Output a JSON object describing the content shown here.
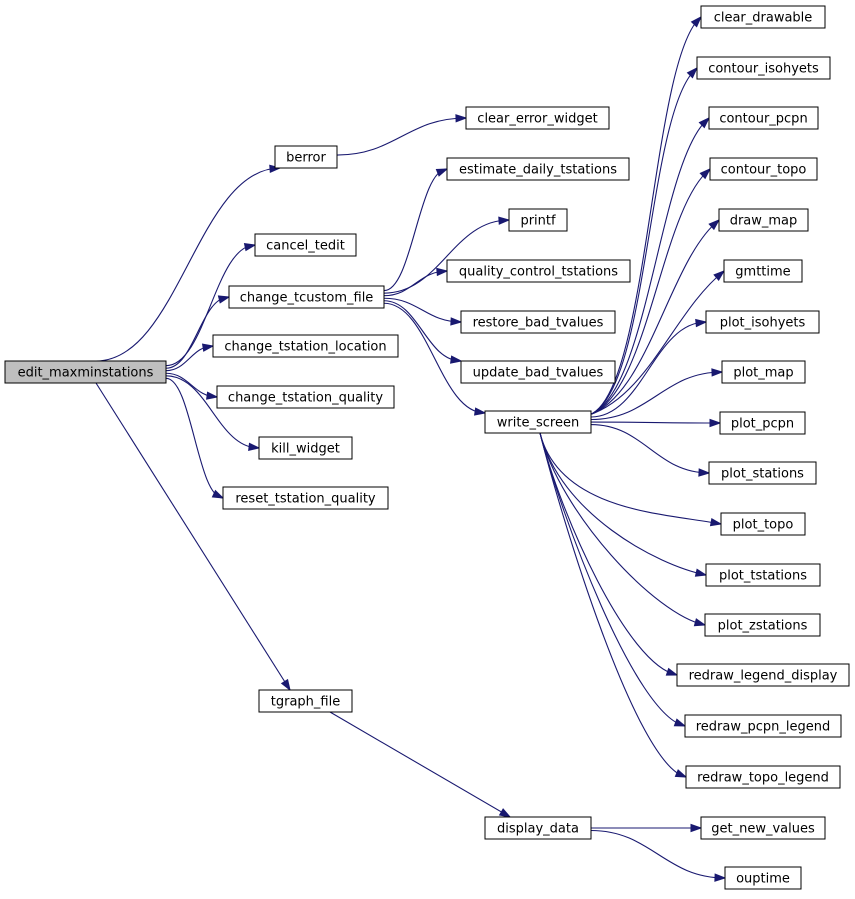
{
  "graph": {
    "root": "edit_maxminstations",
    "nodes": [
      {
        "id": "edit_maxminstations",
        "label": "edit_maxminstations",
        "highlighted": true
      },
      {
        "id": "berror",
        "label": "berror"
      },
      {
        "id": "clear_error_widget",
        "label": "clear_error_widget"
      },
      {
        "id": "cancel_tedit",
        "label": "cancel_tedit"
      },
      {
        "id": "change_tcustom_file",
        "label": "change_tcustom_file"
      },
      {
        "id": "estimate_daily_tstations",
        "label": "estimate_daily_tstations"
      },
      {
        "id": "printf",
        "label": "printf"
      },
      {
        "id": "quality_control_tstations",
        "label": "quality_control_tstations"
      },
      {
        "id": "restore_bad_tvalues",
        "label": "restore_bad_tvalues"
      },
      {
        "id": "update_bad_tvalues",
        "label": "update_bad_tvalues"
      },
      {
        "id": "write_screen",
        "label": "write_screen"
      },
      {
        "id": "change_tstation_location",
        "label": "change_tstation_location"
      },
      {
        "id": "change_tstation_quality",
        "label": "change_tstation_quality"
      },
      {
        "id": "kill_widget",
        "label": "kill_widget"
      },
      {
        "id": "reset_tstation_quality",
        "label": "reset_tstation_quality"
      },
      {
        "id": "tgraph_file",
        "label": "tgraph_file"
      },
      {
        "id": "display_data",
        "label": "display_data"
      },
      {
        "id": "get_new_values",
        "label": "get_new_values"
      },
      {
        "id": "ouptime",
        "label": "ouptime"
      },
      {
        "id": "clear_drawable",
        "label": "clear_drawable"
      },
      {
        "id": "contour_isohyets",
        "label": "contour_isohyets"
      },
      {
        "id": "contour_pcpn",
        "label": "contour_pcpn"
      },
      {
        "id": "contour_topo",
        "label": "contour_topo"
      },
      {
        "id": "draw_map",
        "label": "draw_map"
      },
      {
        "id": "gmttime",
        "label": "gmttime"
      },
      {
        "id": "plot_isohyets",
        "label": "plot_isohyets"
      },
      {
        "id": "plot_map",
        "label": "plot_map"
      },
      {
        "id": "plot_pcpn",
        "label": "plot_pcpn"
      },
      {
        "id": "plot_stations",
        "label": "plot_stations"
      },
      {
        "id": "plot_topo",
        "label": "plot_topo"
      },
      {
        "id": "plot_tstations",
        "label": "plot_tstations"
      },
      {
        "id": "plot_zstations",
        "label": "plot_zstations"
      },
      {
        "id": "redraw_legend_display",
        "label": "redraw_legend_display"
      },
      {
        "id": "redraw_pcpn_legend",
        "label": "redraw_pcpn_legend"
      },
      {
        "id": "redraw_topo_legend",
        "label": "redraw_topo_legend"
      }
    ],
    "edges": [
      {
        "from": "edit_maxminstations",
        "to": "berror"
      },
      {
        "from": "edit_maxminstations",
        "to": "cancel_tedit"
      },
      {
        "from": "edit_maxminstations",
        "to": "change_tcustom_file"
      },
      {
        "from": "edit_maxminstations",
        "to": "change_tstation_location"
      },
      {
        "from": "edit_maxminstations",
        "to": "change_tstation_quality"
      },
      {
        "from": "edit_maxminstations",
        "to": "kill_widget"
      },
      {
        "from": "edit_maxminstations",
        "to": "reset_tstation_quality"
      },
      {
        "from": "edit_maxminstations",
        "to": "tgraph_file"
      },
      {
        "from": "berror",
        "to": "clear_error_widget"
      },
      {
        "from": "change_tcustom_file",
        "to": "estimate_daily_tstations"
      },
      {
        "from": "change_tcustom_file",
        "to": "printf"
      },
      {
        "from": "change_tcustom_file",
        "to": "quality_control_tstations"
      },
      {
        "from": "change_tcustom_file",
        "to": "restore_bad_tvalues"
      },
      {
        "from": "change_tcustom_file",
        "to": "update_bad_tvalues"
      },
      {
        "from": "change_tcustom_file",
        "to": "write_screen"
      },
      {
        "from": "write_screen",
        "to": "clear_drawable"
      },
      {
        "from": "write_screen",
        "to": "contour_isohyets"
      },
      {
        "from": "write_screen",
        "to": "contour_pcpn"
      },
      {
        "from": "write_screen",
        "to": "contour_topo"
      },
      {
        "from": "write_screen",
        "to": "draw_map"
      },
      {
        "from": "write_screen",
        "to": "gmttime"
      },
      {
        "from": "write_screen",
        "to": "plot_isohyets"
      },
      {
        "from": "write_screen",
        "to": "plot_map"
      },
      {
        "from": "write_screen",
        "to": "plot_pcpn"
      },
      {
        "from": "write_screen",
        "to": "plot_stations"
      },
      {
        "from": "write_screen",
        "to": "plot_topo"
      },
      {
        "from": "write_screen",
        "to": "plot_tstations"
      },
      {
        "from": "write_screen",
        "to": "plot_zstations"
      },
      {
        "from": "write_screen",
        "to": "redraw_legend_display"
      },
      {
        "from": "write_screen",
        "to": "redraw_pcpn_legend"
      },
      {
        "from": "write_screen",
        "to": "redraw_topo_legend"
      },
      {
        "from": "tgraph_file",
        "to": "display_data"
      },
      {
        "from": "display_data",
        "to": "get_new_values"
      },
      {
        "from": "display_data",
        "to": "ouptime"
      }
    ]
  },
  "colors": {
    "edge": "#191970",
    "node_border": "#000000",
    "node_fill": "#ffffff",
    "root_fill": "#bfbfbf"
  }
}
